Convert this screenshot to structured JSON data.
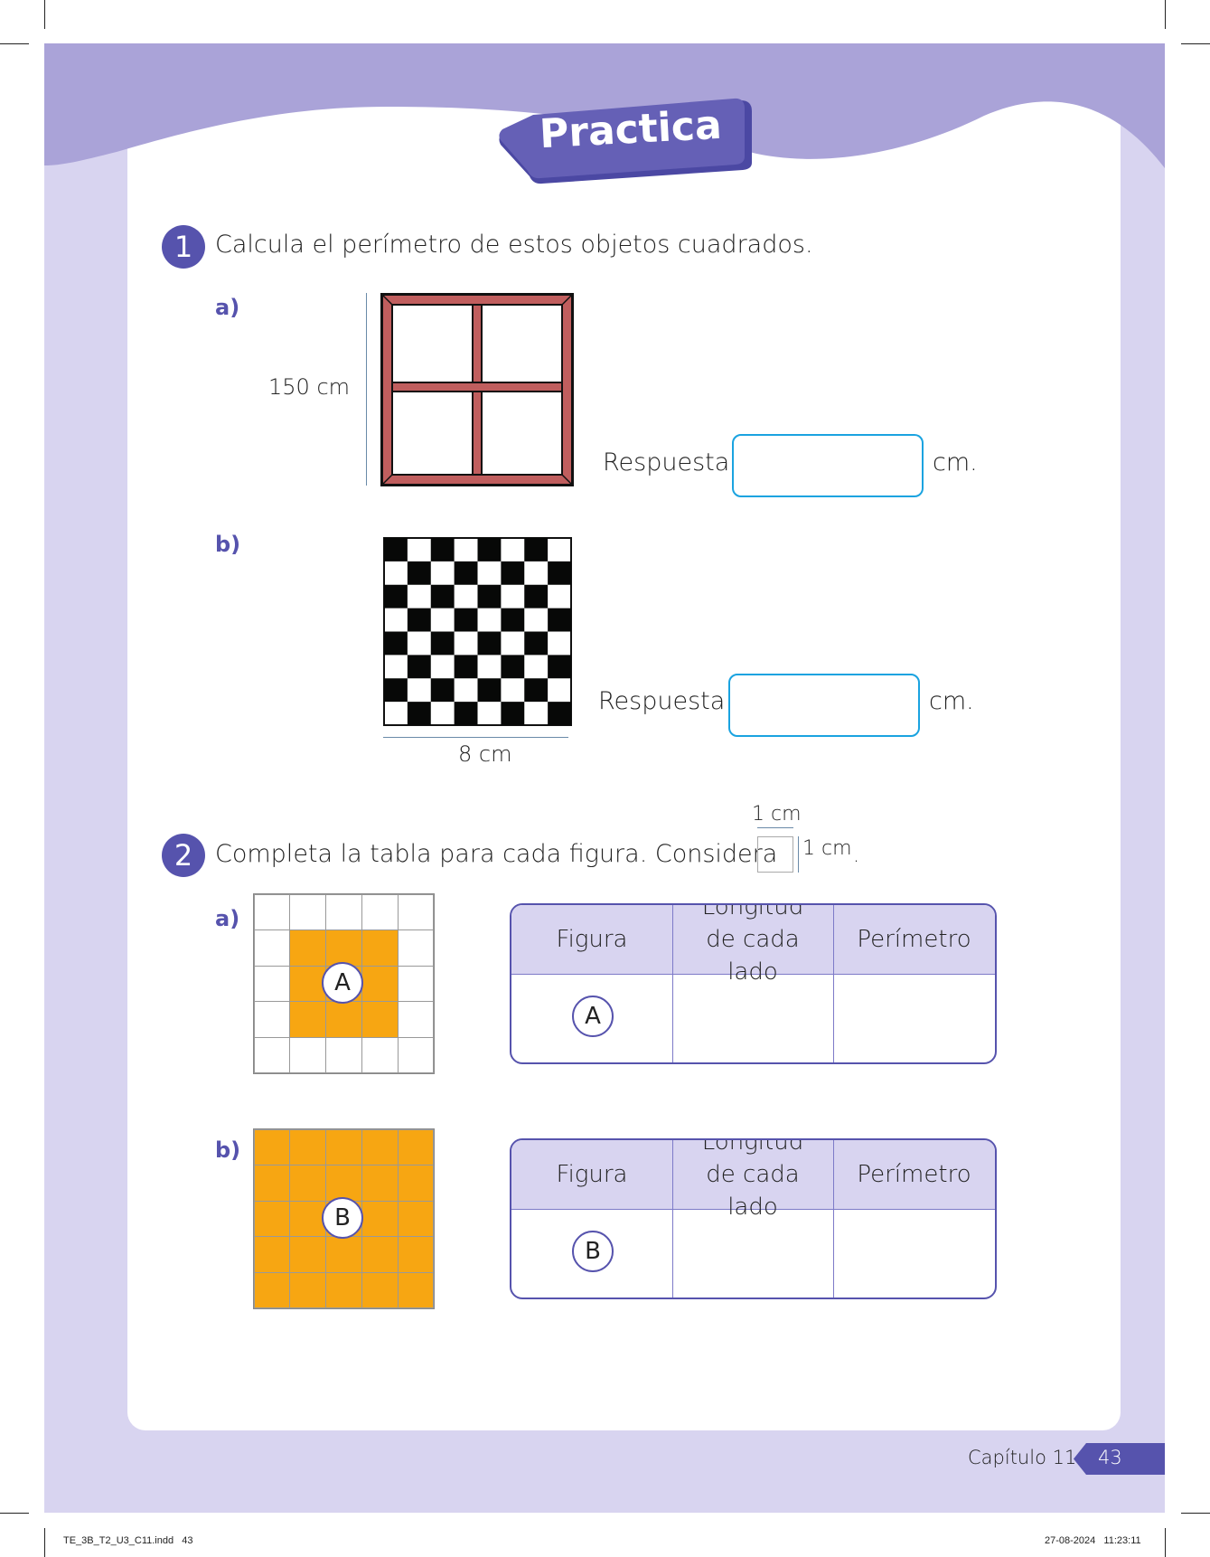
{
  "header": {
    "title": "Practica"
  },
  "q1": {
    "number": "1",
    "text": "Calcula el perímetro de estos objetos cuadrados.",
    "a": {
      "label": "a)",
      "side": "150 cm",
      "answer_label": "Respuesta:",
      "unit": "cm."
    },
    "b": {
      "label": "b)",
      "side": "8 cm",
      "answer_label": "Respuesta:",
      "unit": "cm."
    }
  },
  "q2": {
    "number": "2",
    "text": "Completa la tabla para cada figura. Considera",
    "unit_top": "1 cm",
    "unit_side": "1 cm",
    "period": ".",
    "a": {
      "label": "a)",
      "figure": "A"
    },
    "b": {
      "label": "b)",
      "figure": "B"
    },
    "table_headers": [
      "Figura",
      "Longitud de cada lado",
      "Perímetro"
    ]
  },
  "footer": {
    "chapter": "Capítulo 11",
    "page": "43",
    "file": "TE_3B_T2_U3_C11.indd   43",
    "timestamp": "27-08-2024   11:23:11"
  },
  "colors": {
    "accent": "#5653ad",
    "header": "#aaa3d8",
    "panel": "#d8d4f0",
    "orange": "#f7a612",
    "frame": "#c05e5e",
    "answer": "#1aa3e0"
  }
}
